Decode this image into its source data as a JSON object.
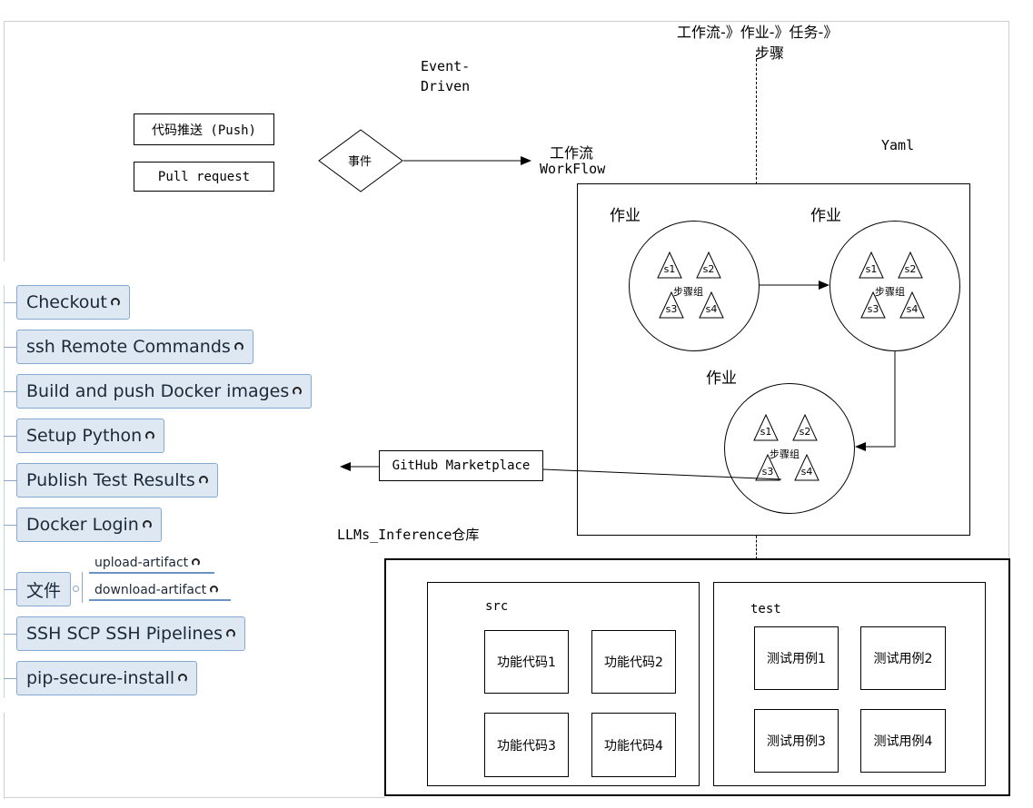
{
  "header": {
    "title_line1": "工作流-》作业-》任务-》",
    "title_line2": "步骤"
  },
  "event_driven": {
    "line1": "Event-",
    "line2": "Driven"
  },
  "triggers": {
    "push": "代码推送 (Push)",
    "pull_request": "Pull request"
  },
  "event": {
    "label": "事件"
  },
  "workflow": {
    "line1": "工作流",
    "line2": "WorkFlow"
  },
  "yaml": {
    "label": "Yaml"
  },
  "jobs": [
    {
      "label": "作业",
      "group": "步骤组",
      "steps": [
        "s1",
        "s2",
        "s3",
        "s4"
      ]
    },
    {
      "label": "作业",
      "group": "步骤组",
      "steps": [
        "s1",
        "s2",
        "s3",
        "s4"
      ]
    },
    {
      "label": "作业",
      "group": "步骤组",
      "steps": [
        "s1",
        "s2",
        "s3",
        "s4"
      ]
    }
  ],
  "marketplace": {
    "label": "GitHub Marketplace"
  },
  "repo": {
    "label": "LLMs_Inference仓库"
  },
  "src": {
    "label": "src",
    "items": [
      "功能代码1",
      "功能代码2",
      "功能代码3",
      "功能代码4"
    ]
  },
  "test": {
    "label": "test",
    "items": [
      "测试用例1",
      "测试用例2",
      "测试用例3",
      "测试用例4"
    ]
  },
  "actions": [
    "Checkout",
    "ssh Remote Commands",
    "Build and push Docker images",
    "Setup Python",
    "Publish Test Results",
    "Docker Login",
    "文件",
    "SSH SCP SSH Pipelines",
    "pip-secure-install"
  ],
  "file_subitems": [
    "upload-artifact",
    "download-artifact"
  ]
}
